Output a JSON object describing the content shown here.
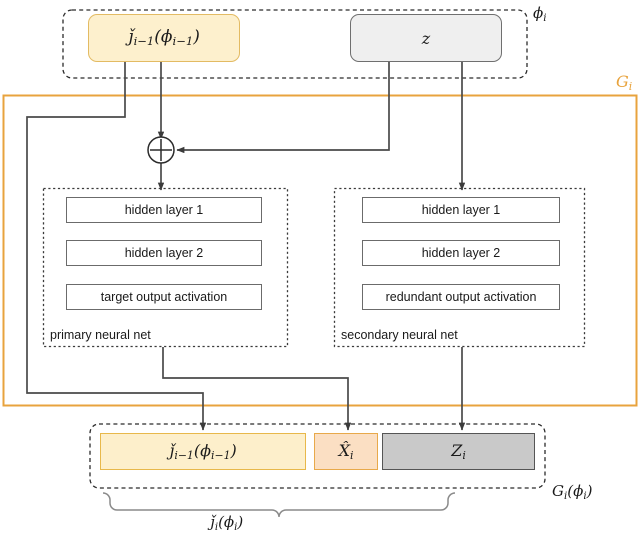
{
  "diagram": {
    "title_tag_phi": "ϕ",
    "title_tag_phi_sub": "i",
    "group_outer_label": "G",
    "group_outer_label_sub": "i",
    "top": {
      "g_prev_label": "ǰ",
      "g_prev_sub": "i−1",
      "g_prev_arg_open": "(ϕ",
      "g_prev_arg_sub": "i−1",
      "g_prev_arg_close": ")",
      "z_label": "z"
    },
    "operator": {
      "symbol": "⊕",
      "name": "sum-junction"
    },
    "nets": [
      {
        "name": "primary",
        "caption": "primary neural net",
        "layers": [
          "hidden layer 1",
          "hidden layer 2",
          "target output activation"
        ]
      },
      {
        "name": "secondary",
        "caption": "secondary neural net",
        "layers": [
          "hidden layer 1",
          "hidden layer 2",
          "redundant output activation"
        ]
      }
    ],
    "outputs": {
      "g_prev_label": "ǰ",
      "g_prev_sub": "i−1",
      "g_prev_arg_open": "(ϕ",
      "g_prev_arg_sub": "i−1",
      "g_prev_arg_close": ")",
      "xhat_label": "X̂",
      "xhat_sub": "i",
      "z_label": "Z",
      "z_sub": "i",
      "group_label": "G",
      "group_label_sub": "i",
      "group_arg_open": "(ϕ",
      "group_arg_sub": "i",
      "group_arg_close": ")",
      "brace_label": "ǰ",
      "brace_label_sub": "i",
      "brace_arg_open": "(ϕ",
      "brace_arg_sub": "i",
      "brace_arg_close": ")"
    },
    "colors": {
      "accent_orange": "#e8a33d",
      "node_yellow": "#fdf0cd",
      "node_peach": "#fbdfc3",
      "node_gray_light": "#efefef",
      "node_gray_dark": "#c9c9c9",
      "line_gray": "#4a4a4a"
    }
  }
}
